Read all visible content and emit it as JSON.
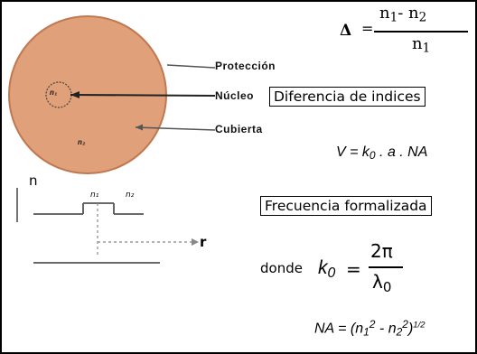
{
  "fiber": {
    "core_label": "n₁",
    "cladding_label": "n₂",
    "labels": {
      "protection": "Protección",
      "core": "Núcleo",
      "cladding": "Cubierta"
    }
  },
  "profile": {
    "y_axis": "n",
    "x_axis": "r",
    "n1": "n₁",
    "n2": "n₂"
  },
  "delta": {
    "symbol": "Δ",
    "equals": "=",
    "numerator": {
      "a": "n",
      "a_sub": "1",
      "minus": "-",
      "b": "n",
      "b_sub": "2"
    },
    "denominator": {
      "a": "n",
      "a_sub": "1"
    }
  },
  "boxes": {
    "index_difference": "Diferencia de indices",
    "normalized_frequency": "Frecuencia formalizada"
  },
  "v_equation": {
    "lhs": "V = k",
    "sub": "0",
    "rhs": ". a . NA"
  },
  "k0_equation": {
    "word": "donde",
    "lhs": "k",
    "lhs_sub": "0",
    "equals": "=",
    "numerator": "2π",
    "denominator": "λ",
    "denominator_sub": "0"
  },
  "na_equation": {
    "lhs": "NA = (n",
    "sub1": "1",
    "sup1": "2",
    "mid": " - n",
    "sub2": "2",
    "sup2": "2",
    "close": ")",
    "exponent": "1/2"
  }
}
